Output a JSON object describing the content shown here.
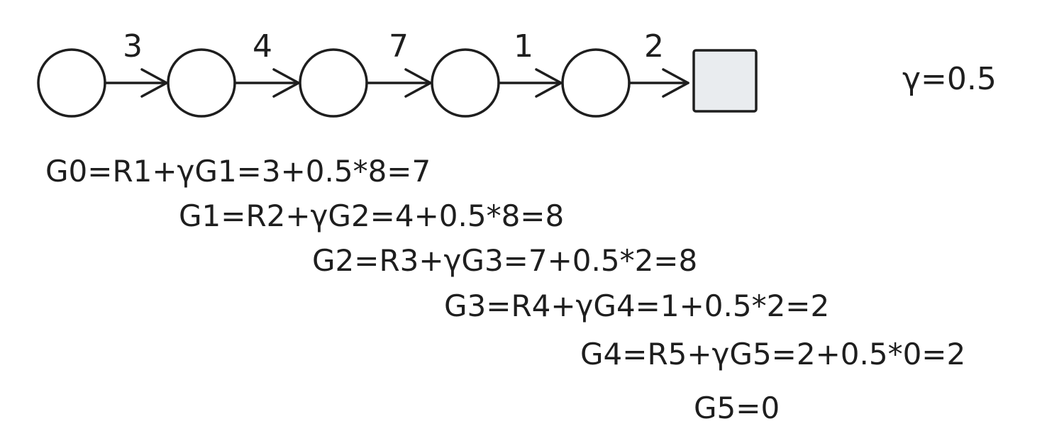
{
  "diagram": {
    "gamma_label": "γ=0.5",
    "terminal_fill": "#e9ecef",
    "rewards": [
      "3",
      "4",
      "7",
      "1",
      "2"
    ],
    "equations": [
      "G0=R1+γG1=3+0.5*8=7",
      "G1=R2+γG2=4+0.5*8=8",
      "G2=R3+γG3=7+0.5*2=8",
      "G3=R4+γG4=1+0.5*2=2",
      "G4=R5+γG5=2+0.5*0=2",
      "G5=0"
    ]
  }
}
